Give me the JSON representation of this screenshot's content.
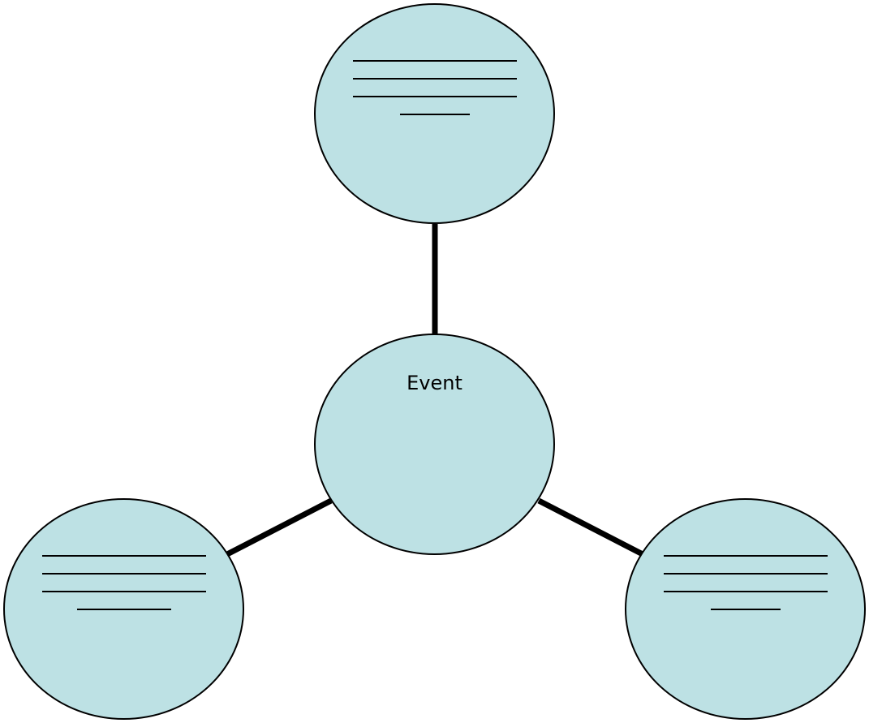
{
  "diagram": {
    "center": {
      "label": "Event"
    },
    "colors": {
      "fill": "#bde1e4",
      "outline": "#000000",
      "connector": "#000000"
    },
    "nodes": [
      {
        "id": "top",
        "blank_lines": 4
      },
      {
        "id": "left",
        "blank_lines": 4
      },
      {
        "id": "right",
        "blank_lines": 4
      }
    ]
  }
}
